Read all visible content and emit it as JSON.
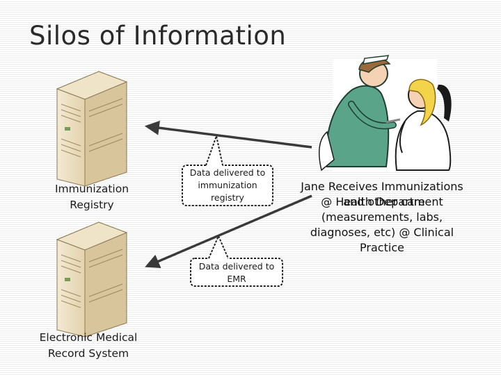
{
  "title": "Silos of Information",
  "servers": {
    "immunization_registry": {
      "line1": "Immunization",
      "line2": "Registry"
    },
    "emr": {
      "line1": "Electronic Medical",
      "line2": "Record System"
    }
  },
  "callouts": {
    "registry": {
      "line1": "Data delivered to",
      "line2": "immunization",
      "line3": "registry"
    },
    "emr": {
      "line1": "Data delivered to",
      "line2": "EMR"
    }
  },
  "jane_text": {
    "line1": "Jane Receives Immunizations",
    "line2a": "@ Health Department",
    "line2b": "and other care",
    "line3": "(measurements, labs,",
    "line4": "diagnoses, etc) @ Clinical",
    "line5": "Practice"
  }
}
